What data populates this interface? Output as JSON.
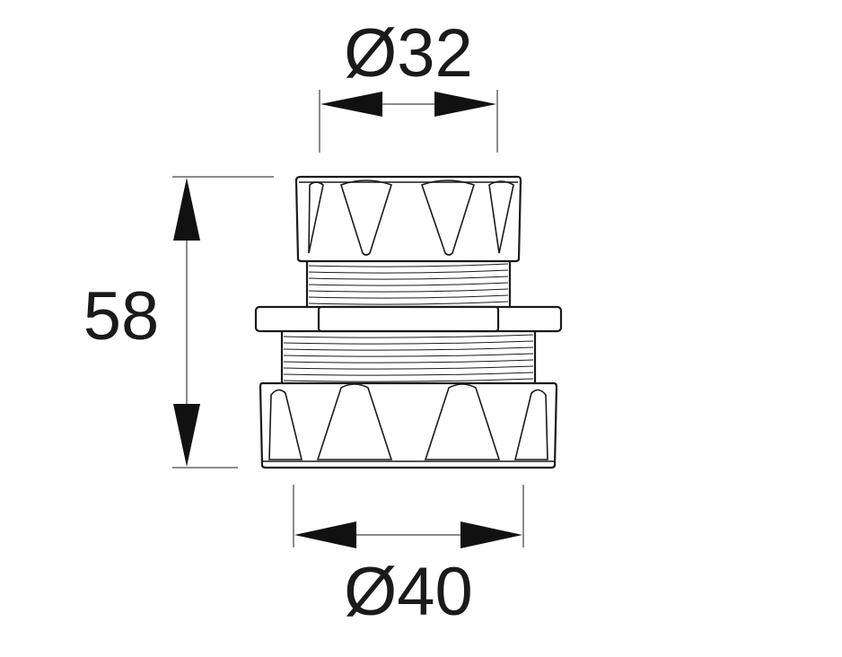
{
  "dimensions": {
    "top_diameter": "Ø32",
    "height": "58",
    "bottom_diameter": "Ø40"
  }
}
